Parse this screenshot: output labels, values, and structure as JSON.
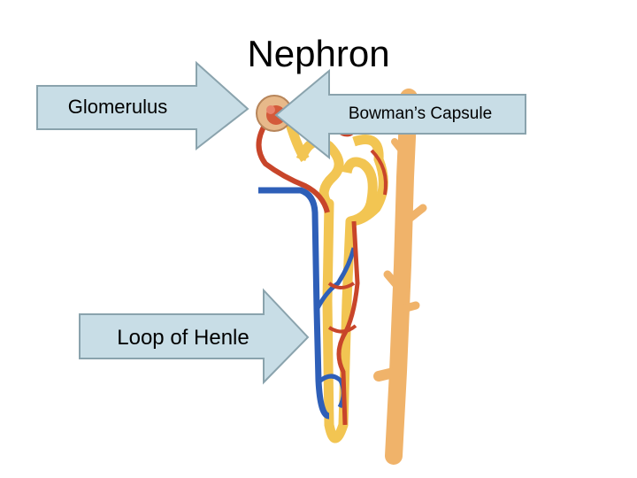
{
  "diagram": {
    "title": "Nephron",
    "callouts": {
      "glomerulus": "Glomerulus",
      "bowmans_capsule": "Bowman’s Capsule",
      "loop_of_henle": "Loop of Henle"
    }
  },
  "colors": {
    "arrow_fill": "#c8dde6",
    "arrow_stroke": "#8aa3ad",
    "artery_red": "#c8452a",
    "vein_blue": "#2e5fb8",
    "tubule_yellow": "#f2c552",
    "tubule_outline": "#c99a2e",
    "duct_orange": "#f0b36a"
  }
}
